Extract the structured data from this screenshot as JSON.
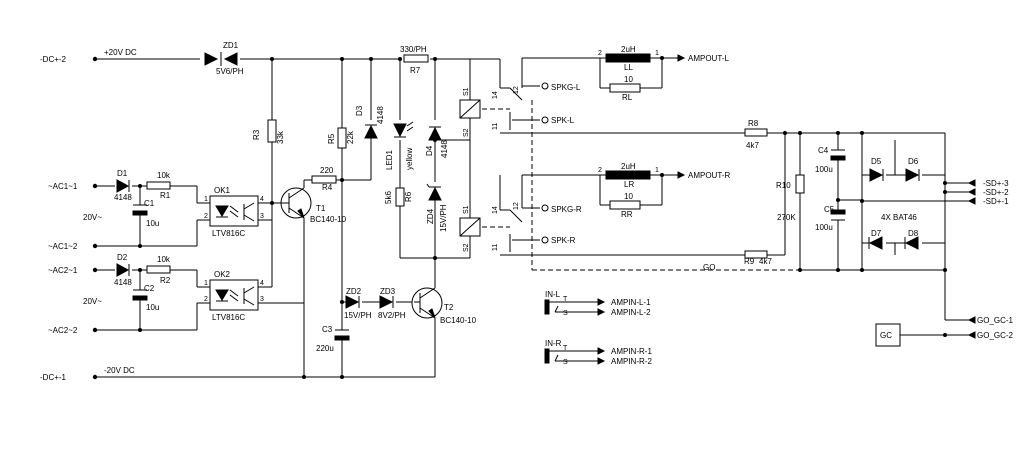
{
  "nets": {
    "dc_pos": "-DC+-2",
    "dc_pos_v": "+20V DC",
    "dc_neg": "-DC+-1",
    "dc_neg_v": "-20V DC",
    "ac1_1": "~AC1~1",
    "ac1_2": "~AC1~2",
    "ac2_1": "~AC2~1",
    "ac2_2": "~AC2~2",
    "v_ac1": "20V~",
    "v_ac2": "20V~",
    "go": "GO",
    "ampout_l": "AMPOUT-L",
    "ampout_r": "AMPOUT-R",
    "spkg_l": "SPKG-L",
    "spk_l": "SPK-L",
    "spkg_r": "SPKG-R",
    "spk_r": "SPK-R",
    "sd3": "-SD+-3",
    "sd2": "-SD+-2",
    "sd1": "-SD+-1",
    "go_gc1": "GO_GC-1",
    "go_gc2": "GO_GC-2",
    "in_l": "IN-L",
    "in_r": "IN-R",
    "ampin_l1": "AMPIN-L-1",
    "ampin_l2": "AMPIN-L-2",
    "ampin_r1": "AMPIN-R-1",
    "ampin_r2": "AMPIN-R-2"
  },
  "components": {
    "zd1": "ZD1",
    "zd1_v": "5V6/PH",
    "d1": "D1",
    "d1_v": "4148",
    "r1": "R1",
    "r1_v": "10k",
    "c1": "C1",
    "c1_v": "10u",
    "d2": "D2",
    "d2_v": "4148",
    "r2": "R2",
    "r2_v": "10k",
    "c2": "C2",
    "c2_v": "10u",
    "ok1": "OK1",
    "ok1_v": "LTV816C",
    "ok2": "OK2",
    "ok2_v": "LTV816C",
    "r3": "R3",
    "r3_v": "33k",
    "t1": "T1",
    "t1_v": "BC140-10",
    "r4": "R4",
    "r4_v": "220",
    "r5": "R5",
    "r5_v": "22k",
    "d3": "D3",
    "d3_v": "4148",
    "r7": "R7",
    "r7_v": "330/PH",
    "led1": "LED1",
    "led1_v": "yellow",
    "d4": "D4",
    "d4_v": "4148",
    "r6": "R6",
    "r6_v": "5k6",
    "zd4": "ZD4",
    "zd4_v": "15V/PH",
    "zd2": "ZD2",
    "zd2_v": "15V/PH",
    "zd3": "ZD3",
    "zd3_v": "8V2/PH",
    "c3": "C3",
    "c3_v": "220u",
    "t2": "T2",
    "t2_v": "BC140-10",
    "ll": "LL",
    "ll_v": "2uH",
    "rl": "RL",
    "rl_v": "10",
    "lr": "LR",
    "lr_v": "2uH",
    "rr": "RR",
    "rr_v": "10",
    "r8": "R8",
    "r8_v": "4k7",
    "r9": "R9",
    "r9_v": "4k7",
    "r10": "R10",
    "r10_v": "270K",
    "c4": "C4",
    "c4_v": "100u",
    "c5": "C5",
    "c5_v": "100u",
    "d5": "D5",
    "d6": "D6",
    "d7": "D7",
    "d8": "D8",
    "bat": "4X  BAT46",
    "gc": "GC"
  },
  "pins": {
    "s1": "S1",
    "s2": "S2",
    "p14": "14",
    "p12": "12",
    "p11": "11",
    "p1": "1",
    "p2": "2",
    "p3": "3",
    "p4": "4",
    "pt": "T",
    "ps": "S"
  }
}
